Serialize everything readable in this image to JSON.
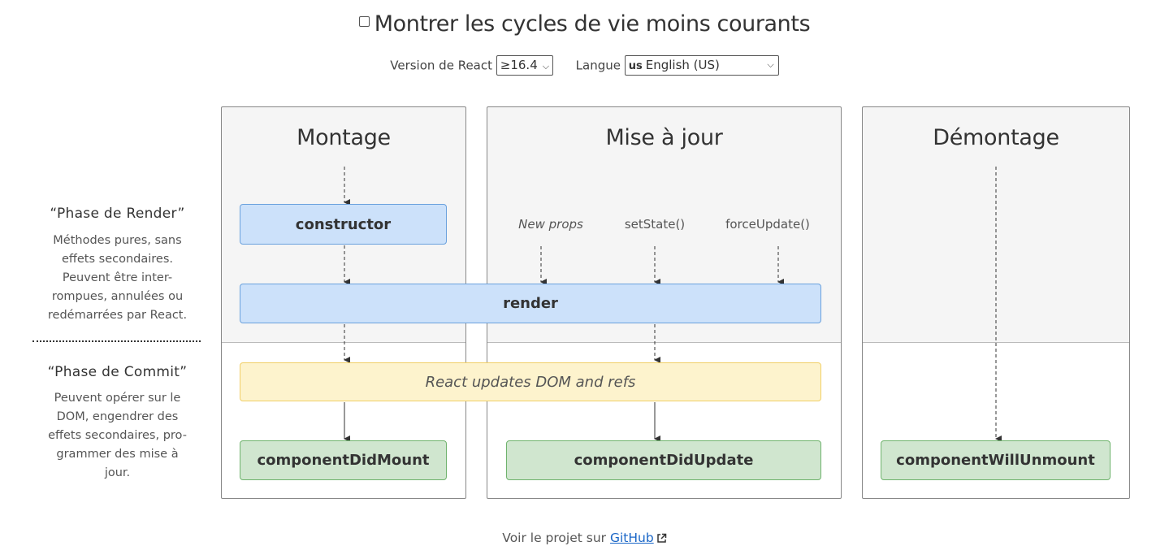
{
  "header": {
    "checkbox_label": "Montrer les cycles de vie moins courants"
  },
  "controls": {
    "version_label": "Version de React",
    "version_value": "≥16.4",
    "language_label": "Langue",
    "language_flag": "us",
    "language_value": "English (US)"
  },
  "render_phase": {
    "title": "“Phase de Render”",
    "desc_lines": [
      "Méthodes pures, sans",
      "effets secondaires.",
      "Peuvent être inter-",
      "rompues, annulées ou",
      "redémarrées par React."
    ]
  },
  "commit_phase": {
    "title": "“Phase de Commit”",
    "desc_lines": [
      "Peuvent opérer sur le",
      "DOM, engendrer des",
      "effets secondaires, pro-",
      "grammer des mise à",
      "jour."
    ]
  },
  "columns": {
    "mounting": "Montage",
    "updating": "Mise à jour",
    "unmounting": "Démontage"
  },
  "triggers": {
    "new_props": "New props",
    "set_state": "setState()",
    "force_update": "forceUpdate()"
  },
  "methods": {
    "constructor": "constructor",
    "render": "render",
    "dom_update": "React updates DOM and refs",
    "did_mount": "componentDidMount",
    "did_update": "componentDidUpdate",
    "will_unmount": "componentWillUnmount"
  },
  "footer": {
    "text": "Voir le projet sur ",
    "link": "GitHub"
  },
  "colors": {
    "render_box": "#cce1fa",
    "commit_box": "#fdf3cd",
    "lifecycle_box": "#d0e6cf",
    "link": "#1a66c7"
  },
  "icons": [
    "external-link-icon",
    "chevron-down-icon"
  ]
}
